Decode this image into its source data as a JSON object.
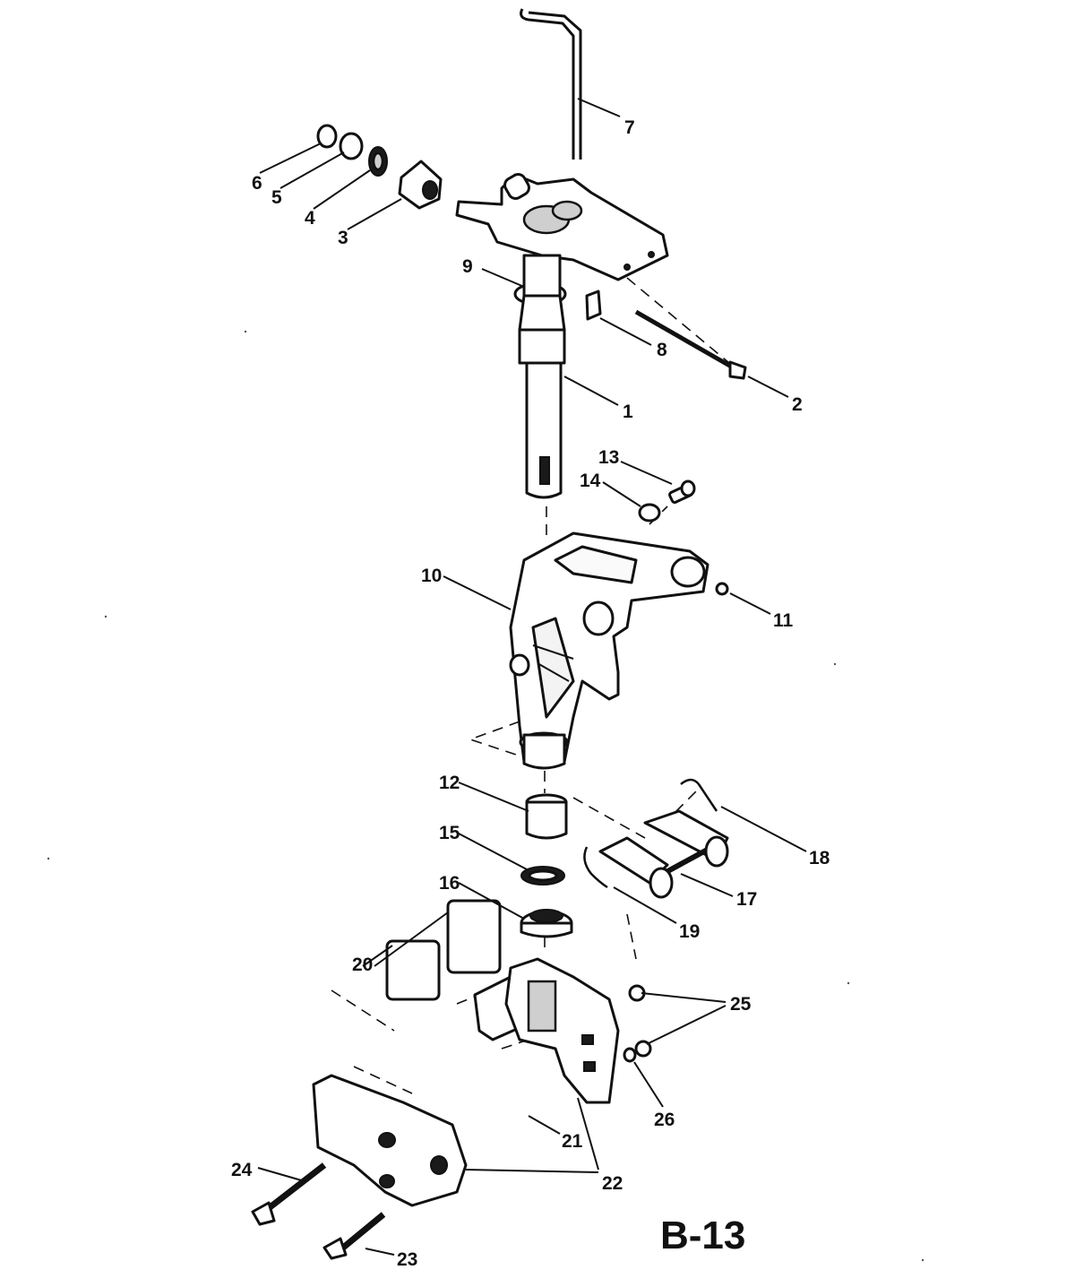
{
  "diagram": {
    "page_id": "B-13",
    "callouts": [
      "1",
      "2",
      "3",
      "4",
      "5",
      "6",
      "7",
      "8",
      "9",
      "10",
      "11",
      "12",
      "13",
      "14",
      "15",
      "16",
      "17",
      "18",
      "19",
      "20",
      "21",
      "22",
      "23",
      "24",
      "25",
      "26"
    ]
  }
}
